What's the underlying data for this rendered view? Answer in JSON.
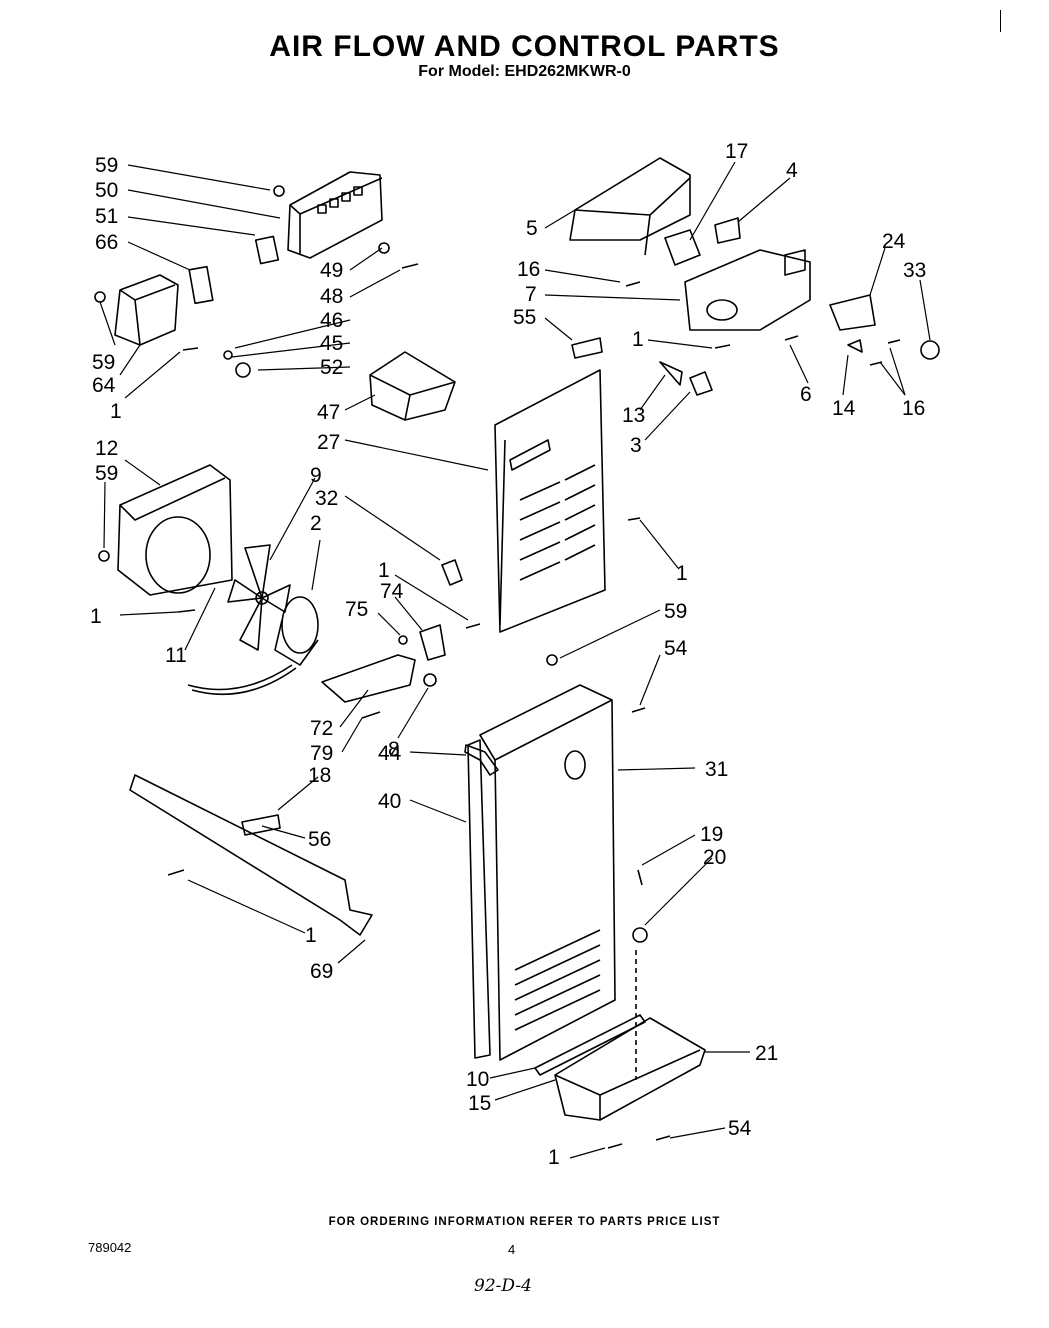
{
  "title": "AIR FLOW AND CONTROL PARTS",
  "subtitle": "For Model: EHD262MKWR-0",
  "footer_note": "FOR ORDERING INFORMATION REFER TO PARTS PRICE LIST",
  "document_number": "789042",
  "page_number": "4",
  "handwritten_note": "92-D-4",
  "callouts": [
    "59",
    "50",
    "51",
    "66",
    "49",
    "48",
    "46",
    "45",
    "52",
    "59",
    "64",
    "1",
    "47",
    "27",
    "32",
    "12",
    "59",
    "9",
    "2",
    "1",
    "11",
    "75",
    "74",
    "1",
    "72",
    "79",
    "8",
    "18",
    "56",
    "1",
    "69",
    "17",
    "4",
    "5",
    "16",
    "7",
    "55",
    "1",
    "24",
    "33",
    "6",
    "14",
    "16",
    "13",
    "3",
    "1",
    "59",
    "54",
    "44",
    "40",
    "31",
    "19",
    "20",
    "10",
    "15",
    "21",
    "54",
    "1"
  ]
}
